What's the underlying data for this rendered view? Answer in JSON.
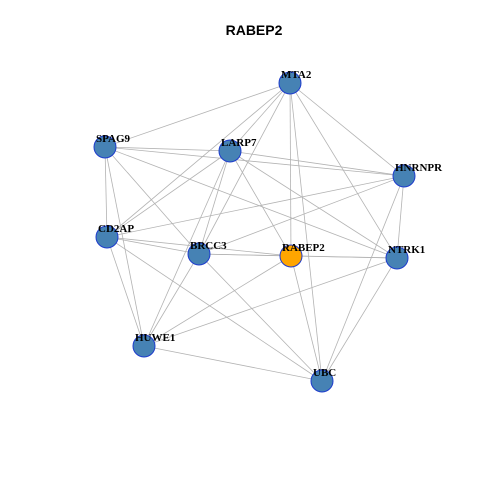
{
  "title": "RABEP2",
  "colors": {
    "node_default": "#4682b4",
    "node_highlight": "#ffa500",
    "node_stroke": "#1e3ccd",
    "edge": "#b3b3b3"
  },
  "nodes": [
    {
      "id": "MTA2",
      "label": "MTA2",
      "highlight": false
    },
    {
      "id": "SPAG9",
      "label": "SPAG9",
      "highlight": false
    },
    {
      "id": "LARP7",
      "label": "LARP7",
      "highlight": false
    },
    {
      "id": "HNRNPR",
      "label": "HNRNPR",
      "highlight": false
    },
    {
      "id": "CD2AP",
      "label": "CD2AP",
      "highlight": false
    },
    {
      "id": "BRCC3",
      "label": "BRCC3",
      "highlight": false
    },
    {
      "id": "RABEP2",
      "label": "RABEP2",
      "highlight": true
    },
    {
      "id": "NTRK1",
      "label": "NTRK1",
      "highlight": false
    },
    {
      "id": "HUWE1",
      "label": "HUWE1",
      "highlight": false
    },
    {
      "id": "UBC",
      "label": "UBC",
      "highlight": false
    }
  ],
  "edges": [
    [
      "MTA2",
      "SPAG9"
    ],
    [
      "MTA2",
      "LARP7"
    ],
    [
      "MTA2",
      "CD2AP"
    ],
    [
      "MTA2",
      "BRCC3"
    ],
    [
      "MTA2",
      "RABEP2"
    ],
    [
      "MTA2",
      "NTRK1"
    ],
    [
      "MTA2",
      "HNRNPR"
    ],
    [
      "MTA2",
      "UBC"
    ],
    [
      "SPAG9",
      "LARP7"
    ],
    [
      "SPAG9",
      "HNRNPR"
    ],
    [
      "SPAG9",
      "CD2AP"
    ],
    [
      "SPAG9",
      "BRCC3"
    ],
    [
      "SPAG9",
      "HUWE1"
    ],
    [
      "SPAG9",
      "NTRK1"
    ],
    [
      "LARP7",
      "CD2AP"
    ],
    [
      "LARP7",
      "BRCC3"
    ],
    [
      "LARP7",
      "RABEP2"
    ],
    [
      "LARP7",
      "NTRK1"
    ],
    [
      "LARP7",
      "HUWE1"
    ],
    [
      "LARP7",
      "HNRNPR"
    ],
    [
      "HNRNPR",
      "CD2AP"
    ],
    [
      "HNRNPR",
      "BRCC3"
    ],
    [
      "HNRNPR",
      "NTRK1"
    ],
    [
      "HNRNPR",
      "UBC"
    ],
    [
      "CD2AP",
      "BRCC3"
    ],
    [
      "CD2AP",
      "RABEP2"
    ],
    [
      "CD2AP",
      "HUWE1"
    ],
    [
      "CD2AP",
      "UBC"
    ],
    [
      "BRCC3",
      "RABEP2"
    ],
    [
      "BRCC3",
      "HUWE1"
    ],
    [
      "BRCC3",
      "UBC"
    ],
    [
      "BRCC3",
      "NTRK1"
    ],
    [
      "RABEP2",
      "NTRK1"
    ],
    [
      "RABEP2",
      "UBC"
    ],
    [
      "RABEP2",
      "HUWE1"
    ],
    [
      "NTRK1",
      "HUWE1"
    ],
    [
      "NTRK1",
      "UBC"
    ],
    [
      "HUWE1",
      "UBC"
    ]
  ]
}
